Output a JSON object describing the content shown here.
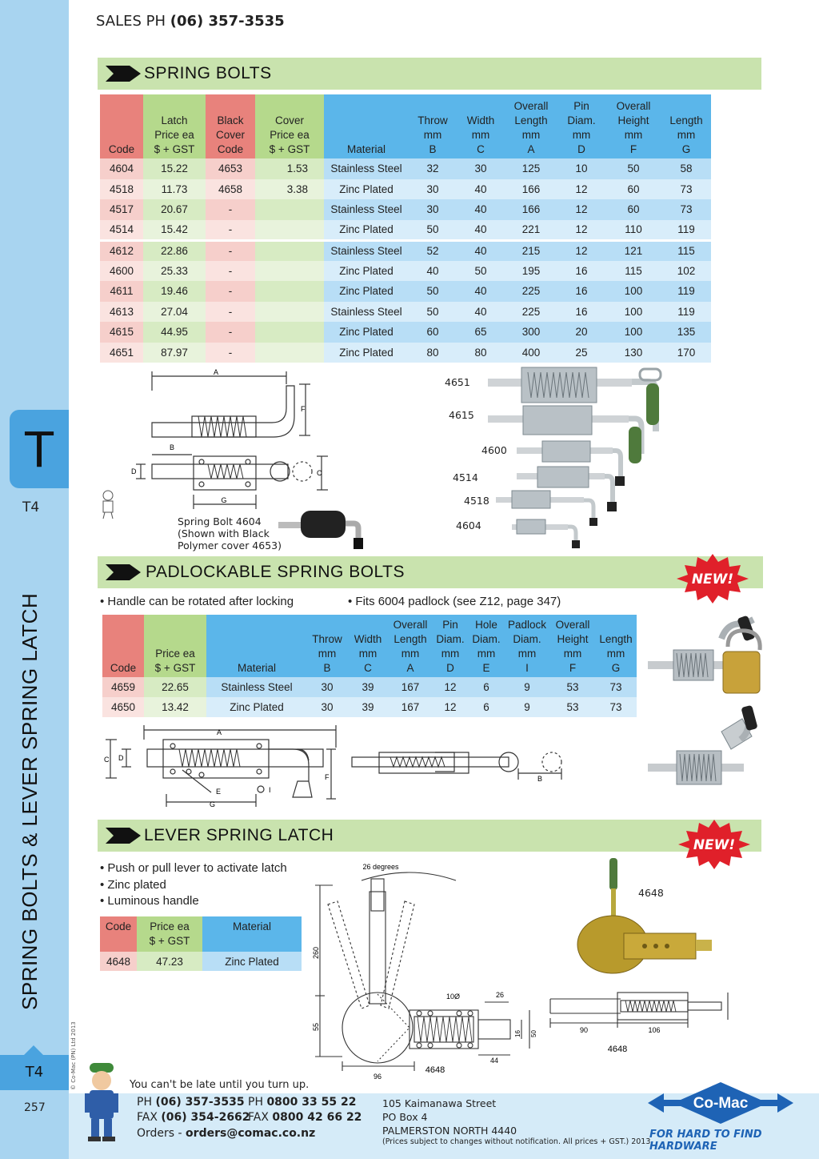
{
  "header": {
    "prefix": "SALES PH",
    "phone": "(06) 357-3535"
  },
  "sidebar": {
    "tab_letter": "T",
    "tab_code": "T4",
    "vertical_title": "SPRING BOLTS & LEVER SPRING LATCH",
    "bottom_code": "T4",
    "page_number": "257",
    "copyright": "© Co-Mac (PN) Ltd 2013"
  },
  "sections": {
    "spring_bolts": {
      "title": "SPRING BOLTS"
    },
    "padlockable": {
      "title": "PADLOCKABLE SPRING BOLTS",
      "badge": "NEW!"
    },
    "lever_latch": {
      "title": "LEVER SPRING LATCH",
      "badge": "NEW!"
    }
  },
  "spring_bolts_table": {
    "headers": {
      "code": "Code",
      "latch_price": [
        "Latch",
        "Price ea",
        "$ + GST"
      ],
      "black_cover": [
        "Black",
        "Cover",
        "Code"
      ],
      "cover_price": [
        "Cover",
        "Price ea",
        "$ + GST"
      ],
      "material": "Material",
      "throw": [
        "Throw",
        "mm",
        "B"
      ],
      "width": [
        "Width",
        "mm",
        "C"
      ],
      "overall_length": [
        "Overall",
        "Length",
        "mm",
        "A"
      ],
      "pin_diam": [
        "Pin",
        "Diam.",
        "mm",
        "D"
      ],
      "overall_height": [
        "Overall",
        "Height",
        "mm",
        "F"
      ],
      "length": [
        "Length",
        "mm",
        "G"
      ]
    },
    "rows": [
      [
        "4604",
        "15.22",
        "4653",
        "1.53",
        "Stainless Steel",
        "32",
        "30",
        "125",
        "10",
        "50",
        "58"
      ],
      [
        "4518",
        "11.73",
        "4658",
        "3.38",
        "Zinc Plated",
        "30",
        "40",
        "166",
        "12",
        "60",
        "73"
      ],
      [
        "4517",
        "20.67",
        "-",
        "",
        "Stainless Steel",
        "30",
        "40",
        "166",
        "12",
        "60",
        "73"
      ],
      [
        "4514",
        "15.42",
        "-",
        "",
        "Zinc Plated",
        "50",
        "40",
        "221",
        "12",
        "110",
        "119"
      ],
      [
        "4612",
        "22.86",
        "-",
        "",
        "Stainless Steel",
        "52",
        "40",
        "215",
        "12",
        "121",
        "115"
      ],
      [
        "4600",
        "25.33",
        "-",
        "",
        "Zinc Plated",
        "40",
        "50",
        "195",
        "16",
        "115",
        "102"
      ],
      [
        "4611",
        "19.46",
        "-",
        "",
        "Zinc Plated",
        "50",
        "40",
        "225",
        "16",
        "100",
        "119"
      ],
      [
        "4613",
        "27.04",
        "-",
        "",
        "Stainless Steel",
        "50",
        "40",
        "225",
        "16",
        "100",
        "119"
      ],
      [
        "4615",
        "44.95",
        "-",
        "",
        "Zinc Plated",
        "60",
        "65",
        "300",
        "20",
        "100",
        "135"
      ],
      [
        "4651",
        "87.97",
        "-",
        "",
        "Zinc Plated",
        "80",
        "80",
        "400",
        "25",
        "130",
        "170"
      ]
    ]
  },
  "spring_bolts_drawing": {
    "labels": [
      "A",
      "F",
      "B",
      "D",
      "C",
      "G"
    ],
    "caption": [
      "Spring Bolt 4604",
      "(Shown with Black",
      "Polymer cover 4653)"
    ],
    "photo_labels": [
      "4651",
      "4615",
      "4600",
      "4514",
      "4518",
      "4604"
    ]
  },
  "padlockable": {
    "bullets": [
      "• Handle can be rotated after locking",
      "• Fits 6004 padlock (see Z12, page 347)"
    ],
    "headers": {
      "code": "Code",
      "price": [
        "Price ea",
        "$ + GST"
      ],
      "material": "Material",
      "throw": [
        "Throw",
        "mm",
        "B"
      ],
      "width": [
        "Width",
        "mm",
        "C"
      ],
      "overall_length": [
        "Overall",
        "Length",
        "mm",
        "A"
      ],
      "pin_diam": [
        "Pin",
        "Diam.",
        "mm",
        "D"
      ],
      "hole_diam": [
        "Hole",
        "Diam.",
        "mm",
        "E"
      ],
      "padlock_diam": [
        "Padlock",
        "Diam.",
        "mm",
        "I"
      ],
      "overall_height": [
        "Overall",
        "Height",
        "mm",
        "F"
      ],
      "length": [
        "Length",
        "mm",
        "G"
      ]
    },
    "rows": [
      [
        "4659",
        "22.65",
        "Stainless Steel",
        "30",
        "39",
        "167",
        "12",
        "6",
        "9",
        "53",
        "73"
      ],
      [
        "4650",
        "13.42",
        "Zinc Plated",
        "30",
        "39",
        "167",
        "12",
        "6",
        "9",
        "53",
        "73"
      ]
    ],
    "drawing_labels": [
      "A",
      "C",
      "D",
      "F",
      "E",
      "I",
      "G",
      "B"
    ]
  },
  "lever": {
    "bullets": [
      "• Push or pull lever to activate latch",
      "• Zinc plated",
      "• Luminous handle"
    ],
    "headers": {
      "code": "Code",
      "price": [
        "Price ea",
        "$ + GST"
      ],
      "material": "Material"
    },
    "rows": [
      [
        "4648",
        "47.23",
        "Zinc Plated"
      ]
    ],
    "drawing_labels": {
      "degrees": "26 degrees",
      "h260": "260",
      "h55": "55",
      "w96": "96",
      "w44": "44",
      "d10": "10Ø",
      "w26": "26",
      "h16": "16",
      "h50": "50",
      "part": "4648"
    },
    "side_labels": {
      "w90": "90",
      "w106": "106",
      "part": "4648"
    },
    "photo_label": "4648"
  },
  "footer": {
    "tagline": "You can't be late until you turn up.",
    "ph_label": "PH",
    "ph": "(06) 357-3535",
    "fax_label": "FAX",
    "fax": "(06) 354-2662",
    "ph2_label": "PH",
    "ph2": "0800 33 55 22",
    "fax2_label": "FAX",
    "fax2": "0800 42 66 22",
    "orders_label": "Orders -",
    "orders": "orders@comac.co.nz",
    "address": [
      "105 Kaimanawa Street",
      "PO Box 4",
      "PALMERSTON NORTH 4440"
    ],
    "notice": "(Prices subject to changes without notification.  All prices + GST.)  2013",
    "logo": "Co-Mac",
    "slogan": "FOR HARD TO FIND HARDWARE"
  },
  "colors": {
    "sidebar": "#a8d4f0",
    "tab": "#4aa3df",
    "section_bar": "#c9e3ae",
    "badge": "#e0202a",
    "brand": "#1e63b5"
  }
}
